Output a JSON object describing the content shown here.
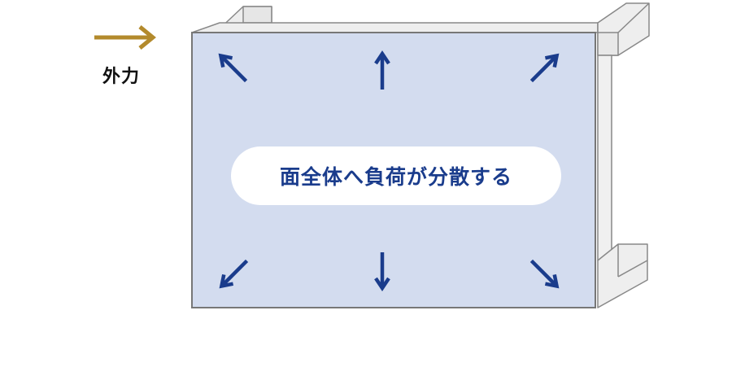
{
  "external_force": {
    "label": "外力",
    "arrow_color": "#b38a2c"
  },
  "panel": {
    "caption": "面全体へ負荷が分散する",
    "fill_color": "#d3dcef",
    "border_color": "#777777",
    "arrow_color": "#1a3c8c",
    "arrow_directions": [
      "up-left",
      "up",
      "up-right",
      "down-left",
      "down",
      "down-right"
    ]
  },
  "frame": {
    "fill_color": "#eeeeee",
    "border_color": "#888888"
  }
}
